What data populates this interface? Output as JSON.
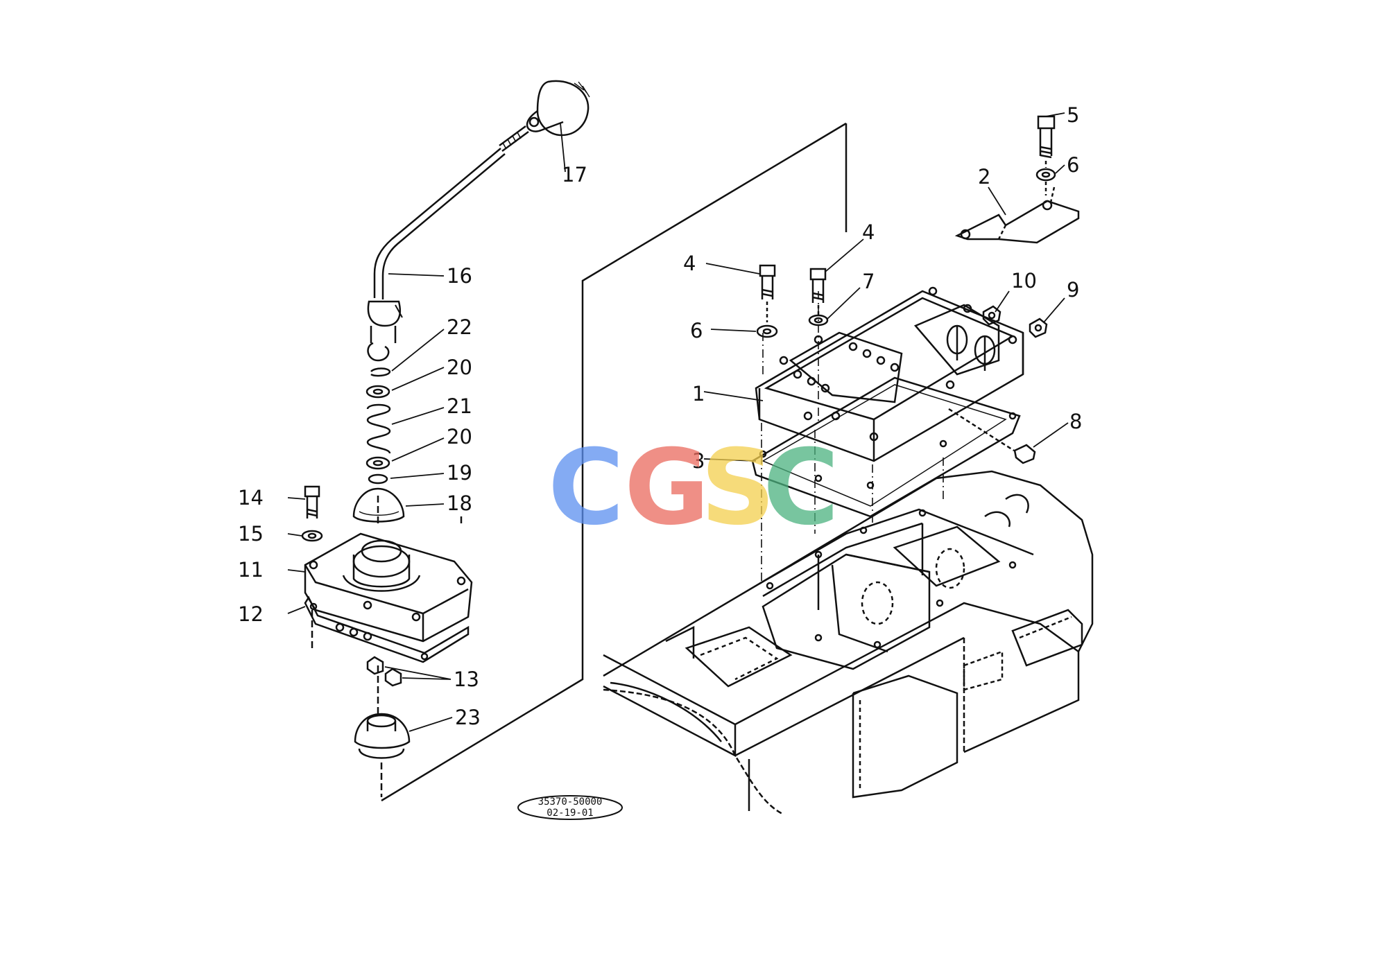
{
  "watermark": {
    "letters": [
      "C",
      "G",
      "S",
      "C"
    ],
    "colors": [
      "#5b8ff0",
      "#ea6a5e",
      "#f4cf4e",
      "#4cb27f"
    ]
  },
  "callouts": {
    "c1": "1",
    "c2": "2",
    "c3": "3",
    "c4a": "4",
    "c4b": "4",
    "c5": "5",
    "c6a": "6",
    "c6b": "6",
    "c7": "7",
    "c8": "8",
    "c9": "9",
    "c10": "10",
    "c11": "11",
    "c12": "12",
    "c13": "13",
    "c14": "14",
    "c15": "15",
    "c16": "16",
    "c17": "17",
    "c18": "18",
    "c19": "19",
    "c20a": "20",
    "c20b": "20",
    "c21": "21",
    "c22": "22",
    "c23": "23"
  },
  "reference": {
    "part_number": "35370-50000",
    "sheet": "02-19-01"
  }
}
